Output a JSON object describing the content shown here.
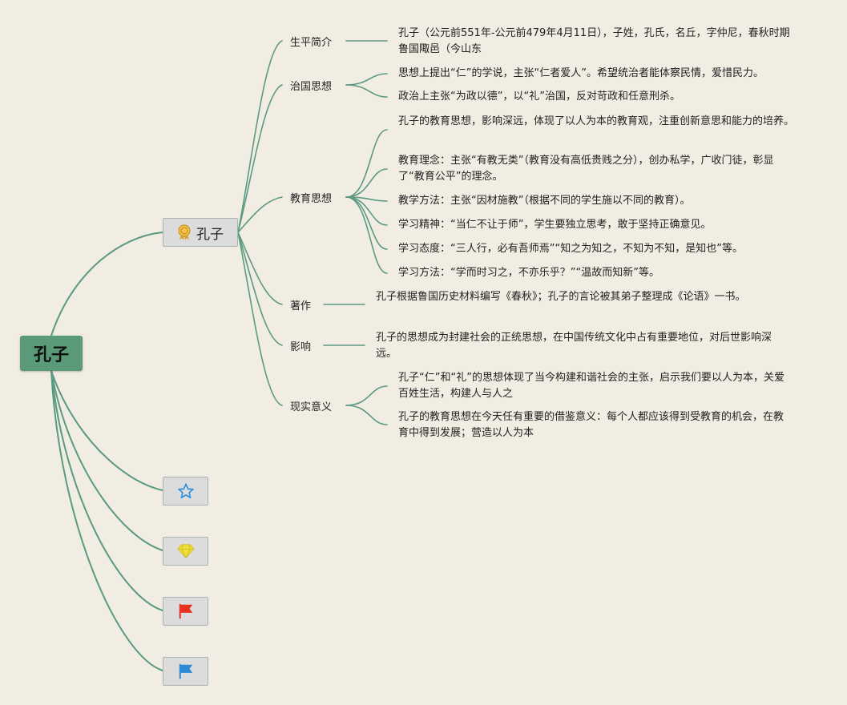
{
  "root": {
    "label": "孔子"
  },
  "main_topic": {
    "label": "孔子",
    "icon": "award-medal-icon"
  },
  "branches": [
    {
      "label": "生平简介",
      "leaves": [
        "孔子（公元前551年-公元前479年4月11日），子姓，孔氏，名丘，字仲尼，春秋时期鲁国陬邑（今山东"
      ]
    },
    {
      "label": "治国思想",
      "leaves": [
        "思想上提出“仁”的学说，主张“仁者爱人”。希望统治者能体察民情，爱惜民力。",
        "政治上主张“为政以德”，以“礼”治国，反对苛政和任意刑杀。"
      ]
    },
    {
      "label": "教育思想",
      "leaves": [
        "孔子的教育思想，影响深远，体现了以人为本的教育观，注重创新意思和能力的培养。",
        "教育理念：主张“有教无类”（教育没有高低贵贱之分），创办私学，广收门徒，彰显了“教育公平”的理念。",
        "教学方法：主张“因材施教”（根据不同的学生施以不同的教育）。",
        "学习精神：“当仁不让于师”，学生要独立思考，敢于坚持正确意见。",
        "学习态度：“三人行，必有吾师焉”“知之为知之，不知为不知，是知也”等。",
        "学习方法：“学而时习之，不亦乐乎？”“温故而知新”等。"
      ]
    },
    {
      "label": "著作",
      "leaves": [
        "孔子根据鲁国历史材料编写《春秋》；孔子的言论被其弟子整理成《论语》一书。"
      ]
    },
    {
      "label": "影响",
      "leaves": [
        "孔子的思想成为封建社会的正统思想，在中国传统文化中占有重要地位，对后世影响深远。"
      ]
    },
    {
      "label": "现实意义",
      "leaves": [
        "孔子“仁”和“礼”的思想体现了当今构建和谐社会的主张，启示我们要以人为本，关爱百姓生活，构建人与人之",
        "孔子的教育思想在今天任有重要的借鉴意义：每个人都应该得到受教育的机会，在教育中得到发展；营造以人为本"
      ]
    }
  ],
  "icon_topics": [
    {
      "icon": "star-icon",
      "color": "#2f8fdc"
    },
    {
      "icon": "diamond-icon",
      "color": "#f1e03a"
    },
    {
      "icon": "red-flag-icon",
      "color": "#e8321f"
    },
    {
      "icon": "blue-flag-icon",
      "color": "#2a8ad8"
    }
  ],
  "colors": {
    "line": "#5b9a82",
    "root_fill": "#5a9a78",
    "topic_fill": "#dcdcdc"
  }
}
